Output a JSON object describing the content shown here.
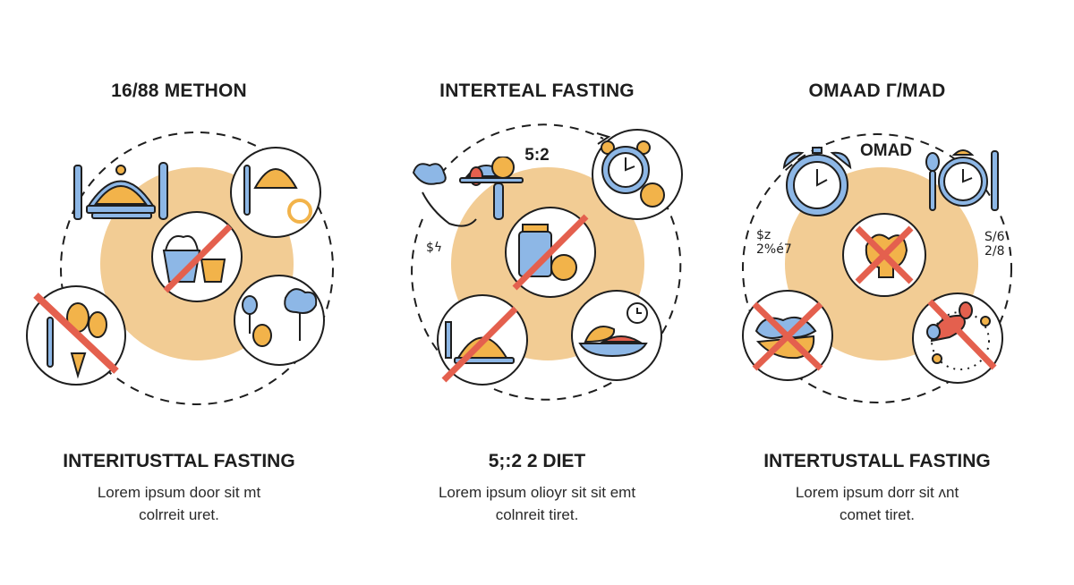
{
  "colors": {
    "accent_peach": "#F2CC94",
    "blue": "#8DB7E6",
    "orange": "#F2B34A",
    "red": "#E4604E",
    "ink": "#1E1E1E"
  },
  "panels": [
    {
      "title": "16/88 METHON",
      "inner_label": "",
      "side_notes": [],
      "icons": [
        "dining-cloche-icon",
        "fork-pie-icon",
        "no-snacks-drink-icon",
        "no-sweets-icon",
        "trees-balloons-icon"
      ],
      "footer": {
        "title": "INTERITUSTTAL FASTING",
        "text_line1": "Lorem ipsum door sit mt",
        "text_line2": "colrreit uret."
      }
    },
    {
      "title": "INTERTEAL FASTING",
      "inner_label": "5:2",
      "side_notes": [
        "$ϟ"
      ],
      "icons": [
        "hand-broccoli-dish-icon",
        "alarm-clock-cookie-icon",
        "no-jar-coins-icon",
        "no-cloche-icon",
        "bowl-clock-icon"
      ],
      "footer": {
        "title": "5;:2 2 DIET",
        "text_line1": "Lorem ipsum olioyr sit sit emt",
        "text_line2": "colnreit tiret."
      }
    },
    {
      "title": "OMAAD Г/MAD",
      "inner_label": "OMAD",
      "side_notes": [
        "$z",
        "2%é7",
        "S/6",
        "2/8"
      ],
      "icons": [
        "alarm-clock-icon",
        "plate-clock-cutlery-icon",
        "no-fruit-icon",
        "no-cake-icon",
        "no-dish-icon"
      ],
      "footer": {
        "title": "INTERTUSTALL FASTING",
        "text_line1": "Lorem ipsum dorr sit ʌnt",
        "text_line2": "comet tiret."
      }
    }
  ]
}
